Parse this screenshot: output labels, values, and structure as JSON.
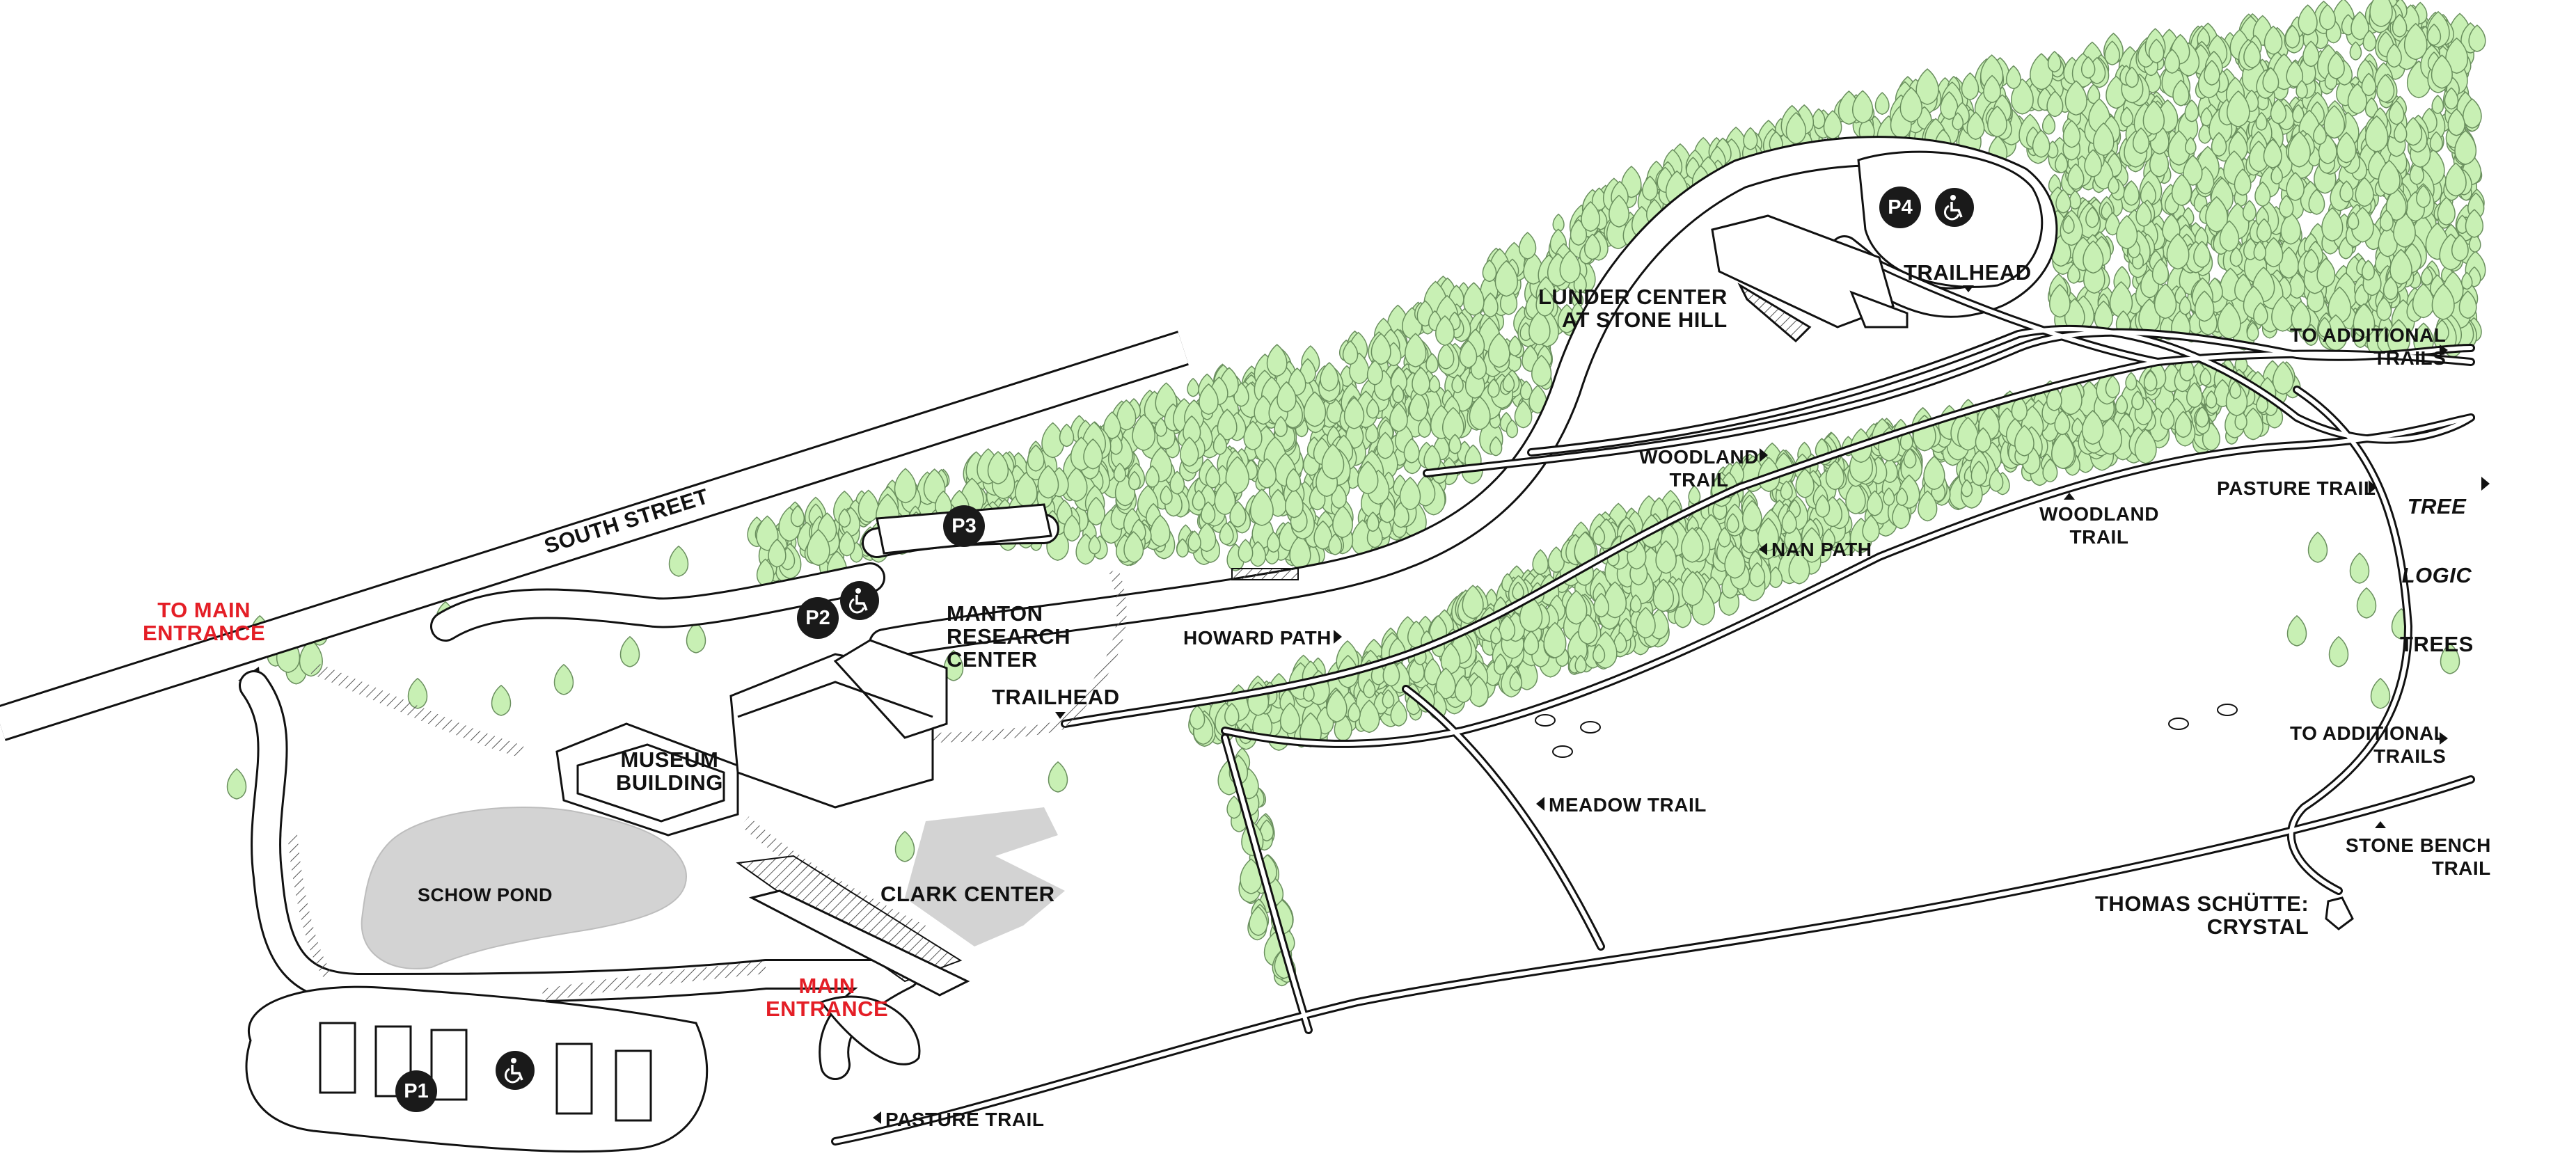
{
  "map": {
    "colors": {
      "tree_fill": "#c8f0b4",
      "tree_stroke": "#6a8f5e",
      "pond": "#d3d3d3",
      "road": "#ffffff",
      "ink": "#111111",
      "accent_red": "#e41e26",
      "badge": "#1a1a1a"
    },
    "roads": {
      "south_street": "SOUTH STREET"
    },
    "entrances": {
      "to_main_entrance": "TO MAIN\nENTRANCE",
      "main_entrance": "MAIN\nENTRANCE"
    },
    "buildings": {
      "museum": "MUSEUM\nBUILDING",
      "manton": "MANTON\nRESEARCH\nCENTER",
      "clark": "CLARK CENTER",
      "lunder": "LUNDER CENTER\nAT STONE HILL"
    },
    "water": {
      "pond": "SCHOW POND"
    },
    "parking": {
      "p1": "P1",
      "p2": "P2",
      "p3": "P3",
      "p4": "P4"
    },
    "accessibility_icon": "wheelchair-icon",
    "trailheads": {
      "lower": "TRAILHEAD",
      "upper": "TRAILHEAD"
    },
    "trails": {
      "howard_path": "HOWARD PATH",
      "woodland_trail_1": "WOODLAND\nTRAIL",
      "woodland_trail_2": "WOODLAND\nTRAIL",
      "nan_path": "NAN PATH",
      "meadow_trail": "MEADOW TRAIL",
      "pasture_trail_lower": "PASTURE TRAIL",
      "pasture_trail_right": "PASTURE TRAIL",
      "to_additional_trails_top": "TO ADDITIONAL\nTRAILS",
      "to_additional_trails_mid": "TO ADDITIONAL\nTRAILS",
      "stone_bench_trail": "STONE BENCH\nTRAIL"
    },
    "artworks": {
      "tree_logic_line1": "TREE",
      "tree_logic_line2": "LOGIC",
      "tree_logic_line3": "TREES",
      "crystal": "THOMAS SCHÜTTE:\nCRYSTAL"
    }
  }
}
